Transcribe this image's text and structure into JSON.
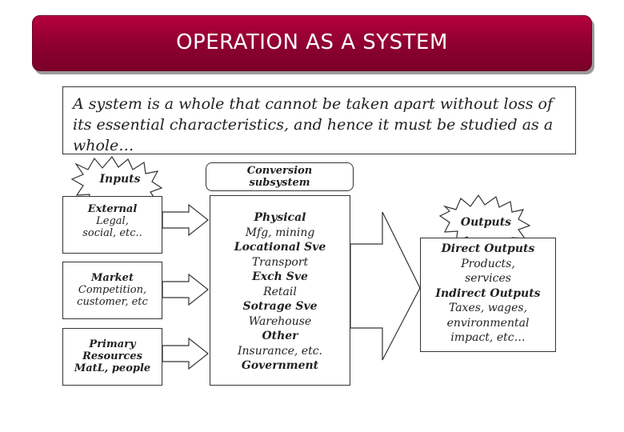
{
  "title": "OPERATION AS A SYSTEM",
  "definition": "A system is a whole that cannot be taken apart without loss of its essential characteristics, and hence it must be studied as a whole…",
  "inputs_label": "Inputs",
  "conversion_label": [
    "Conversion",
    "subsystem"
  ],
  "outputs_label": "Outputs",
  "input_boxes": [
    {
      "head": "External",
      "lines": [
        "Legal,",
        "social, etc.."
      ]
    },
    {
      "head": "Market",
      "lines": [
        "Competition,",
        "customer, etc"
      ]
    },
    {
      "head": "Primary",
      "lines": [
        "Resources",
        "MatL, people"
      ]
    }
  ],
  "conversion_items": [
    {
      "text": "Physical",
      "bold": true
    },
    {
      "text": "Mfg, mining",
      "bold": false
    },
    {
      "text": "Locational Sve",
      "bold": true
    },
    {
      "text": "Transport",
      "bold": false
    },
    {
      "text": "Exch Sve",
      "bold": true
    },
    {
      "text": "Retail",
      "bold": false
    },
    {
      "text": "Sotrage Sve",
      "bold": true
    },
    {
      "text": "Warehouse",
      "bold": false
    },
    {
      "text": "Other",
      "bold": true
    },
    {
      "text": "Insurance, etc.",
      "bold": false
    },
    {
      "text": "Government",
      "bold": true
    }
  ],
  "output_items": [
    {
      "text": "Direct Outputs",
      "bold": true
    },
    {
      "text": "Products,",
      "bold": false
    },
    {
      "text": "services",
      "bold": false
    },
    {
      "text": "Indirect Outputs",
      "bold": true
    },
    {
      "text": "Taxes, wages,",
      "bold": false
    },
    {
      "text": "environmental",
      "bold": false
    },
    {
      "text": "impact, etc…",
      "bold": false
    }
  ]
}
